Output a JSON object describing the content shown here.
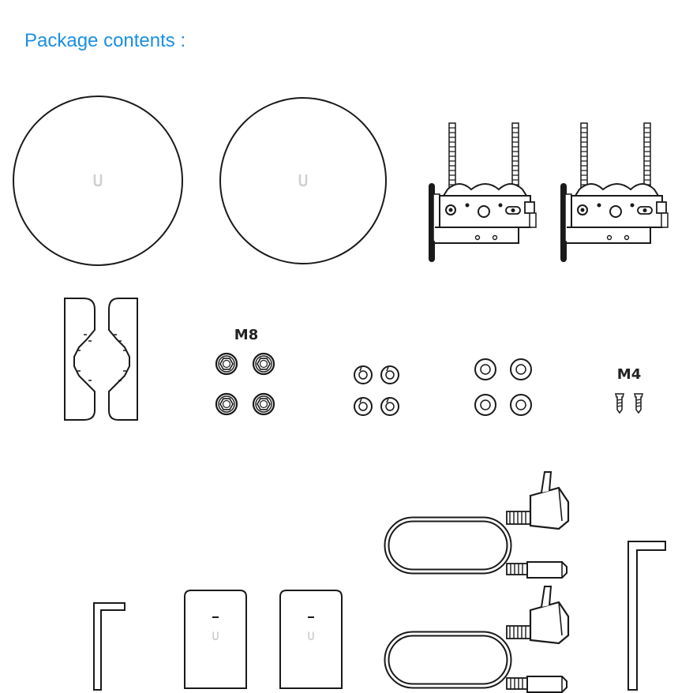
{
  "heading": "Package contents :",
  "labels": {
    "nuts": "M8",
    "screws": "M4"
  },
  "colors": {
    "heading": "#1a8fe3",
    "line": "#1a1a1a",
    "logo": "#d0d0d0"
  }
}
